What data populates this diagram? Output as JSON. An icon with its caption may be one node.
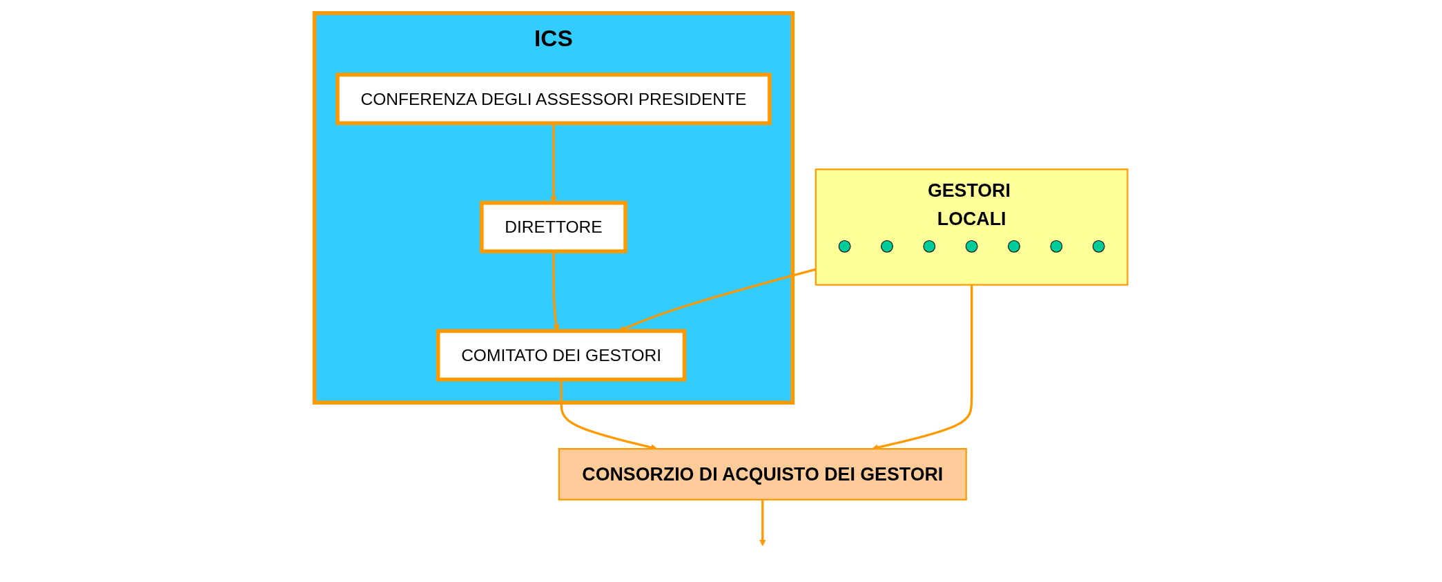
{
  "diagram": {
    "nodes": [
      {
        "text": [
          "ICS"
        ]
      },
      {
        "text": [
          "CONFERENZA DEGLI ASSESSORI PRESIDENTE"
        ],
        "in": 0
      },
      {
        "text": [
          "DIRETTORE"
        ],
        "in": 0
      },
      {
        "text": [
          "COMITATO DEI GESTORI"
        ],
        "in": 0
      },
      {
        "text": [
          "GESTORI LOCALI"
        ]
      },
      {
        "text": [],
        "shape": "circle",
        "in": 4
      },
      {
        "text": [],
        "shape": "circle",
        "in": 4
      },
      {
        "text": [],
        "shape": "circle",
        "in": 4
      },
      {
        "text": [],
        "shape": "circle",
        "in": 4
      },
      {
        "text": [],
        "shape": "circle",
        "in": 4
      },
      {
        "text": [],
        "shape": "circle",
        "in": 4
      },
      {
        "text": [],
        "shape": "circle",
        "in": 4
      },
      {
        "text": [
          "CONSORZIO DI ACQUISTO DEI GESTORI"
        ]
      }
    ],
    "edges": [
      {
        "from": 1,
        "to": 2,
        "arrow": "to"
      },
      {
        "from": 2,
        "to": 3,
        "arrow": "to"
      },
      {
        "from": 4,
        "to": 3,
        "arrow": "to"
      },
      {
        "from": 4,
        "to": 12,
        "arrow": "to"
      },
      {
        "from": 3,
        "to": 12,
        "arrow": "to"
      },
      {
        "from": 12,
        "to": null,
        "arrow": "to"
      }
    ]
  }
}
